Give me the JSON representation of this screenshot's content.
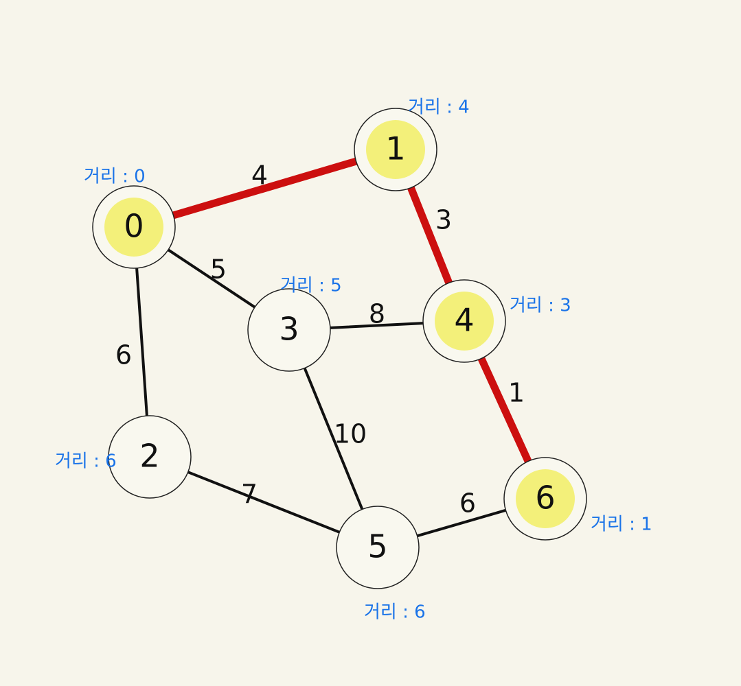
{
  "colors": {
    "background": "#f7f5eb",
    "edge": "#111111",
    "path_edge": "#cc0f0f",
    "node_highlight": "#f3f07a",
    "node_fill": "#f9f8ef",
    "node_stroke": "#222222",
    "distance_text": "#1a73e8"
  },
  "nodes": [
    {
      "id": "0",
      "label": "0",
      "distance": "거리 : 0",
      "visited": true
    },
    {
      "id": "1",
      "label": "1",
      "distance": "거리 : 4",
      "visited": true
    },
    {
      "id": "2",
      "label": "2",
      "distance": "거리 : 6",
      "visited": false
    },
    {
      "id": "3",
      "label": "3",
      "distance": "거리 : 5",
      "visited": false
    },
    {
      "id": "4",
      "label": "4",
      "distance": "거리 : 3",
      "visited": true
    },
    {
      "id": "5",
      "label": "5",
      "distance": "거리 : 6",
      "visited": false
    },
    {
      "id": "6",
      "label": "6",
      "distance": "거리 : 1",
      "visited": true
    }
  ],
  "edges": [
    {
      "from": "0",
      "to": "1",
      "weight": "4",
      "on_path": true
    },
    {
      "from": "0",
      "to": "3",
      "weight": "5",
      "on_path": false
    },
    {
      "from": "0",
      "to": "2",
      "weight": "6",
      "on_path": false
    },
    {
      "from": "1",
      "to": "4",
      "weight": "3",
      "on_path": true
    },
    {
      "from": "3",
      "to": "4",
      "weight": "8",
      "on_path": false
    },
    {
      "from": "3",
      "to": "5",
      "weight": "10",
      "on_path": false
    },
    {
      "from": "4",
      "to": "6",
      "weight": "1",
      "on_path": true
    },
    {
      "from": "2",
      "to": "5",
      "weight": "7",
      "on_path": false
    },
    {
      "from": "5",
      "to": "6",
      "weight": "6",
      "on_path": false
    }
  ]
}
